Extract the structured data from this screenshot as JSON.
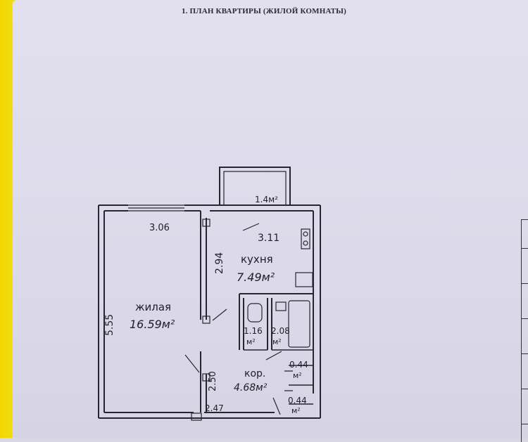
{
  "document": {
    "title": "1. ПЛАН КВАРТИРЫ (ЖИЛОЙ КОМНАТЫ)"
  },
  "plan": {
    "balcony_area": "1.4м²",
    "living_room": {
      "name": "жилая",
      "area": "16.59м²"
    },
    "kitchen": {
      "name": "кухня",
      "area": "7.49м²"
    },
    "corridor": {
      "name": "кор.",
      "area": "4.68м²"
    },
    "bathroom_small": {
      "area": "1.16",
      "unit": "м²"
    },
    "bathroom_bath": {
      "area": "2.08",
      "unit": "м²"
    },
    "closet_upper": {
      "area": "0.44",
      "unit": "м²"
    },
    "closet_lower": {
      "area": "0.44",
      "unit": "м²"
    },
    "dimensions": {
      "living_width": "3.06",
      "kitchen_width": "3.11",
      "kitchen_depth": "2.94",
      "living_depth": "5.55",
      "corridor_depth": "2.50",
      "corridor_width": "2.47"
    }
  },
  "colors": {
    "paper": "#dcdaea",
    "ink": "#1e1e28",
    "yellow_edge": "#f2d800"
  }
}
